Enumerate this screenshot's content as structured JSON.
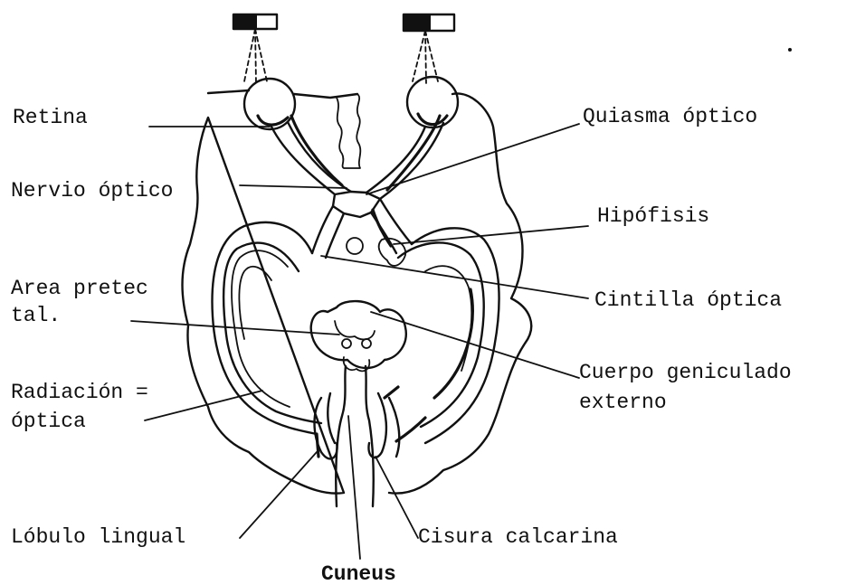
{
  "labels": {
    "retina": "Retina",
    "nervio_optico": "Nervio óptico",
    "area_pretectal_line1": "Area pretec",
    "area_pretectal_line2": "tal.",
    "radiacion_line1": "Radiación =",
    "radiacion_line2": "óptica",
    "lobulo_lingual": "Lóbulo lingual",
    "quiasma_optico": "Quiasma óptico",
    "hipofisis": "Hipófisis",
    "cintilla_optica": "Cintilla óptica",
    "cuerpo_geniculado_line1": "Cuerpo geniculado",
    "cuerpo_geniculado_line2": "externo",
    "cisura_calcarina": "Cisura calcarina",
    "cuneus": "Cuneus"
  },
  "colors": {
    "ink": "#111111",
    "background": "#ffffff"
  }
}
